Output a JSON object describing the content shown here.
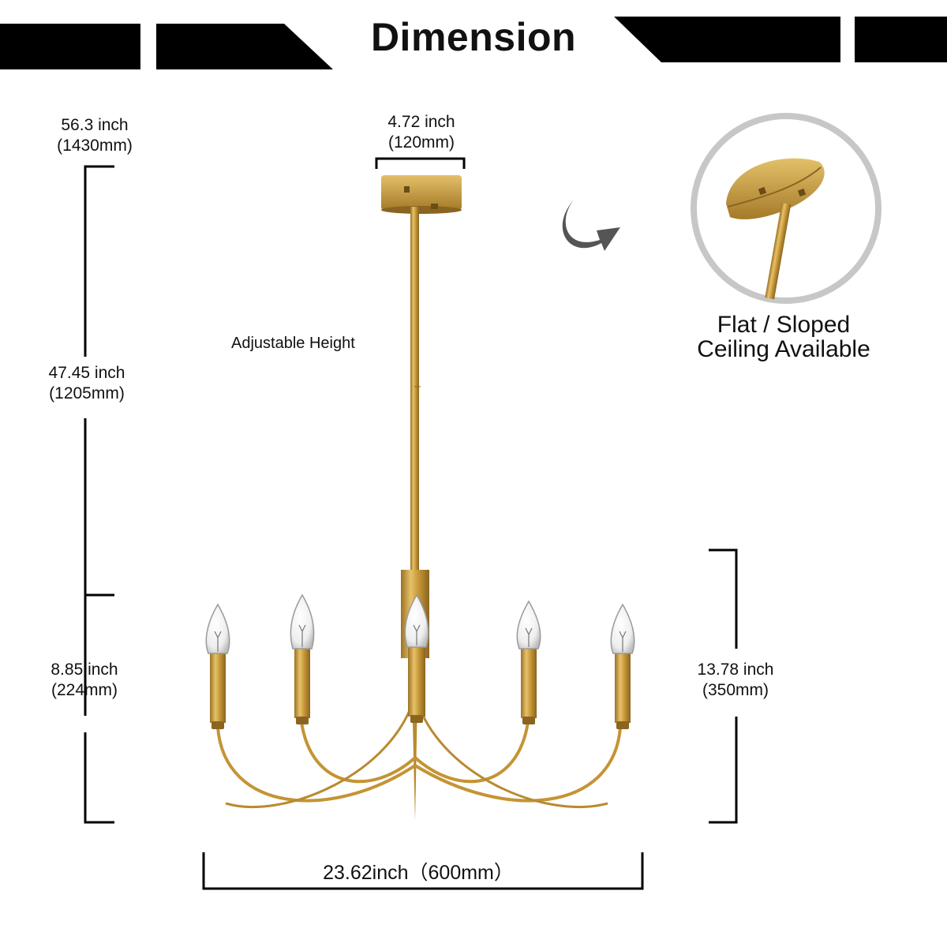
{
  "header": {
    "title": "Dimension"
  },
  "dimensions": {
    "canopy": {
      "inch": "4.72 inch",
      "mm": "(120mm)"
    },
    "total_height": {
      "inch": "56.3 inch",
      "mm": "(1430mm)"
    },
    "rod_height": {
      "inch": "47.45 inch",
      "mm": "(1205mm)"
    },
    "body_height_left": {
      "inch": "8.85 inch",
      "mm": "(224mm)"
    },
    "body_height_right": {
      "inch": "13.78 inch",
      "mm": "(350mm)"
    },
    "width": "23.62inch（600mm）"
  },
  "notes": {
    "adjustable": "Adjustable Height",
    "ceiling_line1": "Flat / Sloped",
    "ceiling_line2": "Ceiling Available"
  },
  "colors": {
    "brass": "#c99a3a",
    "brass_dark": "#9c7224",
    "ink": "#000000",
    "ring": "#c7c7c7",
    "arrow": "#555555"
  },
  "product": {
    "bulb_count": 5,
    "finish": "brass"
  }
}
